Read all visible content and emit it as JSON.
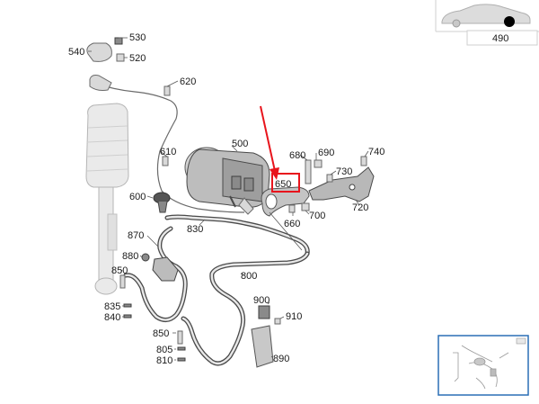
{
  "callouts": [
    {
      "id": "530",
      "text": "530"
    },
    {
      "id": "540",
      "text": "540"
    },
    {
      "id": "520",
      "text": "520"
    },
    {
      "id": "620",
      "text": "620"
    },
    {
      "id": "500",
      "text": "500"
    },
    {
      "id": "610",
      "text": "610"
    },
    {
      "id": "680",
      "text": "680"
    },
    {
      "id": "690",
      "text": "690"
    },
    {
      "id": "740",
      "text": "740"
    },
    {
      "id": "730",
      "text": "730"
    },
    {
      "id": "650",
      "text": "650"
    },
    {
      "id": "600",
      "text": "600"
    },
    {
      "id": "660",
      "text": "660"
    },
    {
      "id": "700",
      "text": "700"
    },
    {
      "id": "720",
      "text": "720"
    },
    {
      "id": "830",
      "text": "830"
    },
    {
      "id": "870",
      "text": "870"
    },
    {
      "id": "880",
      "text": "880"
    },
    {
      "id": "850a",
      "text": "850"
    },
    {
      "id": "800",
      "text": "800"
    },
    {
      "id": "835",
      "text": "835"
    },
    {
      "id": "840",
      "text": "840"
    },
    {
      "id": "900",
      "text": "900"
    },
    {
      "id": "910",
      "text": "910"
    },
    {
      "id": "850b",
      "text": "850"
    },
    {
      "id": "805",
      "text": "805"
    },
    {
      "id": "810",
      "text": "810"
    },
    {
      "id": "890",
      "text": "890"
    }
  ],
  "vehicle_ref": {
    "label": "490"
  },
  "highlight": {
    "callout": "650",
    "color": "#e8141c"
  },
  "colors": {
    "arrow": "#e8141c",
    "thumbnail_border": "#2a6fb5"
  }
}
